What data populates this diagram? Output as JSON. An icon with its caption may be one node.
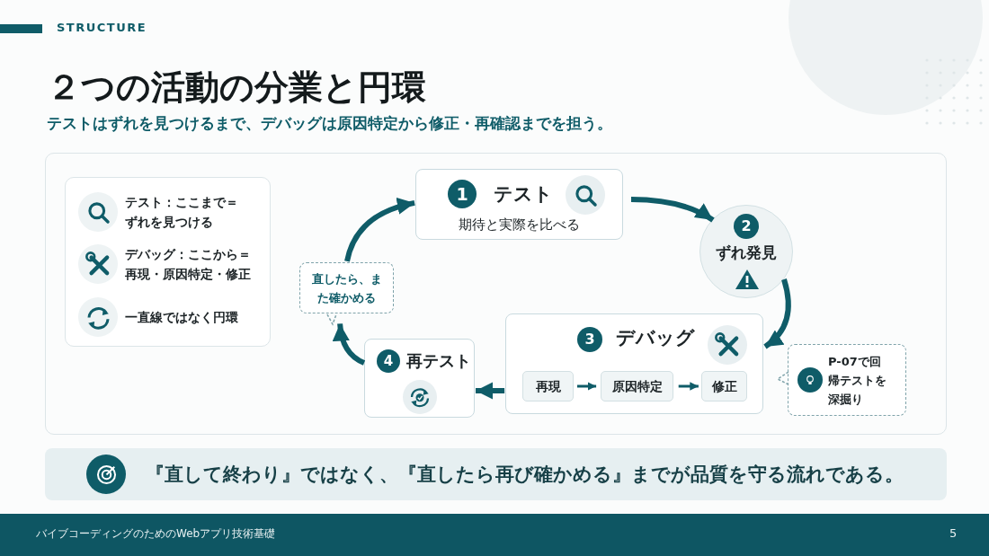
{
  "diagram": {
    "title": "２つの活動の分業と円環",
    "nodes": [
      {
        "text": [
          "1",
          "テスト",
          "期待と実際を比べる"
        ]
      },
      {
        "text": [
          "2",
          "ずれ発見"
        ]
      },
      {
        "text": [
          "3",
          "デバッグ"
        ]
      },
      {
        "text": [
          "再現"
        ],
        "in": 2
      },
      {
        "text": [
          "原因特定"
        ],
        "in": 2
      },
      {
        "text": [
          "修正"
        ],
        "in": 2
      },
      {
        "text": [
          "4",
          "再テスト"
        ]
      },
      {
        "text": [
          "直したら、また確かめる"
        ]
      },
      {
        "text": [
          "P-07で回帰テストを深掘り"
        ]
      },
      {
        "text": [
          "『直して終わり』ではなく、『直したら再び確かめる』までが品質を守る流れである。"
        ]
      }
    ],
    "edges": [
      {
        "from": 0,
        "to": 1,
        "arrow": "to"
      },
      {
        "from": 1,
        "to": 2,
        "arrow": "to"
      },
      {
        "from": 2,
        "to": 6,
        "arrow": "to"
      },
      {
        "from": 6,
        "to": 7,
        "arrow": "to"
      },
      {
        "from": 7,
        "to": 0,
        "arrow": "to"
      },
      {
        "from": 3,
        "to": 4,
        "arrow": "to"
      },
      {
        "from": 4,
        "to": 5,
        "arrow": "to"
      }
    ],
    "labels": [
      "STRUCTURE",
      "テストはずれを見つけるまで、デバッグは原因特定から修正・再確認までを担う。",
      "バイブコーディングのためのWebアプリ技術基礎",
      "5"
    ],
    "legend": [
      {
        "text": "テスト：ここまで＝ずれを見つける"
      },
      {
        "text": "デバッグ：ここから＝再現・原因特定・修正"
      },
      {
        "text": "一直線ではなく円環"
      }
    ]
  }
}
